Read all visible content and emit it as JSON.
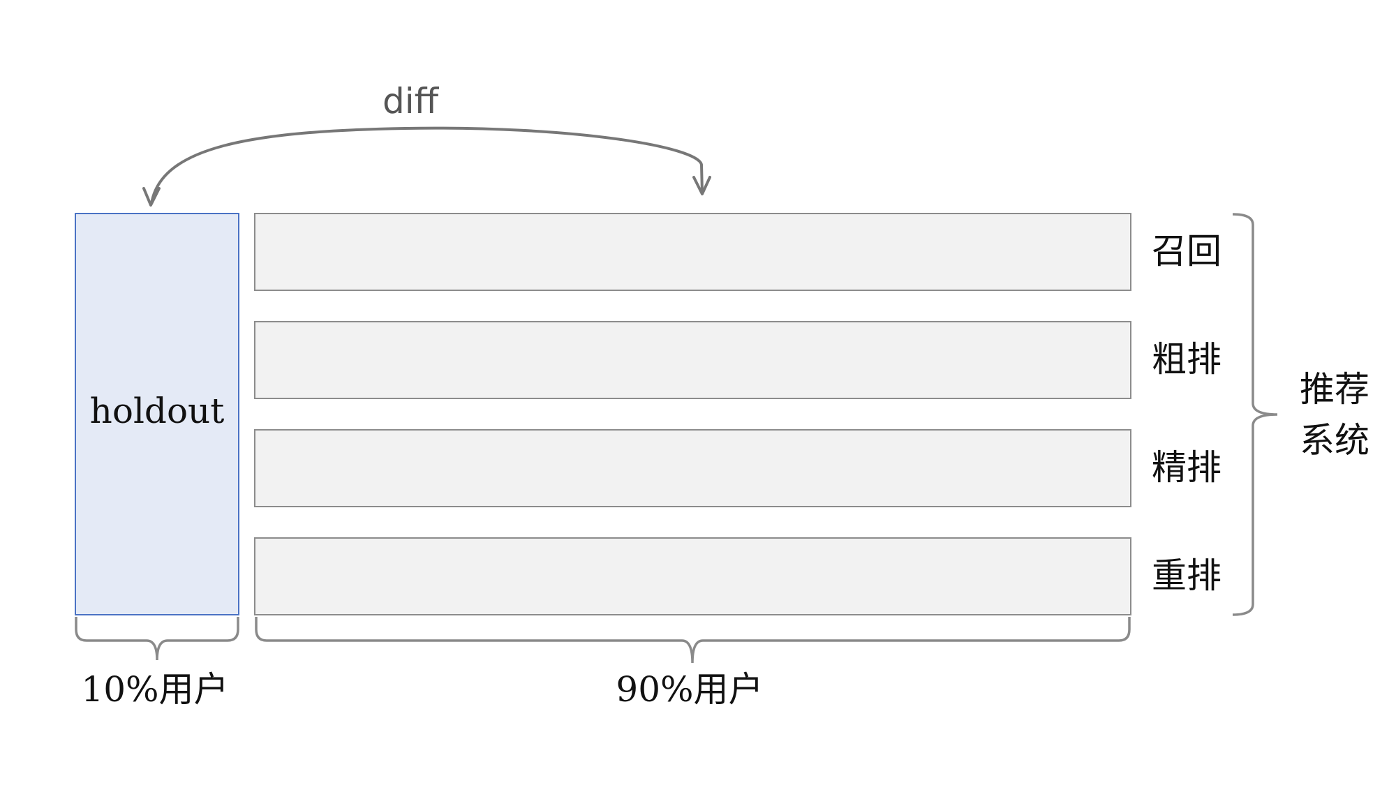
{
  "diagram": {
    "diff_label": "diff",
    "holdout_label": "holdout",
    "stages": [
      {
        "label": "召回"
      },
      {
        "label": "粗排"
      },
      {
        "label": "精排"
      },
      {
        "label": "重排"
      }
    ],
    "system_label_line1": "推荐",
    "system_label_line2": "系统",
    "holdout_share_label": "10%用户",
    "main_share_label": "90%用户"
  },
  "colors": {
    "holdout_fill": "#e4eaf6",
    "holdout_stroke": "#4a72c4",
    "stage_fill": "#f2f2f2",
    "stage_stroke": "#8c8c8c",
    "bracket_stroke": "#8a8a8a",
    "arrow_stroke": "#777777",
    "text": "#111111",
    "diff_text": "#555555"
  }
}
